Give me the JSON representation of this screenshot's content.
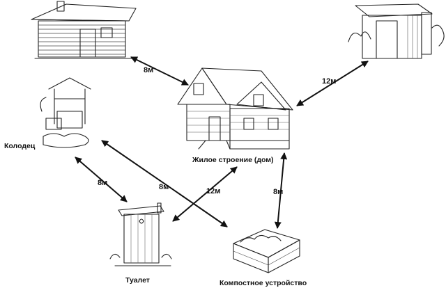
{
  "diagram": {
    "nodes": [
      {
        "id": "house",
        "label": "Жилое строение (дом)",
        "icon": "house-icon"
      },
      {
        "id": "well",
        "label": "Колодец",
        "icon": "well-icon"
      },
      {
        "id": "toilet",
        "label": "Туалет",
        "icon": "toilet-icon"
      },
      {
        "id": "compost",
        "label": "Компостное устройство",
        "icon": "compost-icon"
      },
      {
        "id": "bathhouse",
        "label": "",
        "icon": "bathhouse-icon"
      },
      {
        "id": "shed",
        "label": "",
        "icon": "shed-icon"
      }
    ],
    "edges": [
      {
        "from": "bathhouse",
        "to": "house",
        "label": "8м"
      },
      {
        "from": "shed",
        "to": "house",
        "label": "12м"
      },
      {
        "from": "well",
        "to": "toilet",
        "label": "8м"
      },
      {
        "from": "well",
        "to": "compost",
        "label": "8м"
      },
      {
        "from": "toilet",
        "to": "house",
        "label": "12м"
      },
      {
        "from": "compost",
        "to": "house",
        "label": "8м"
      }
    ]
  }
}
